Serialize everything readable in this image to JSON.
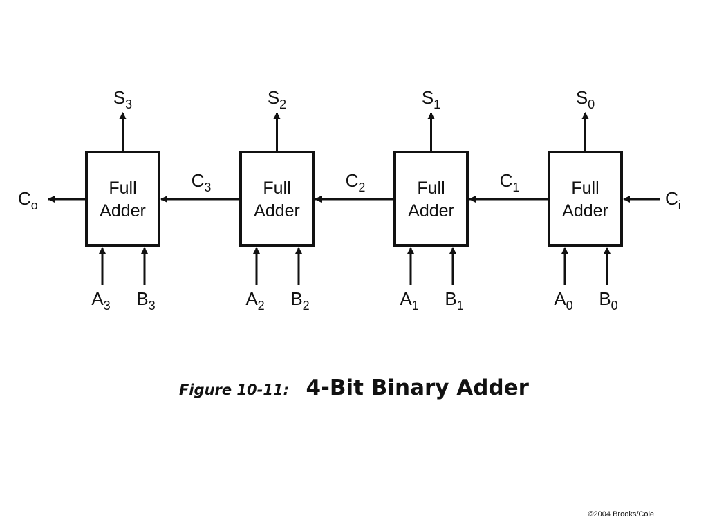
{
  "diagram": {
    "block_label_line1": "Full",
    "block_label_line2": "Adder",
    "adders": [
      {
        "sum": {
          "main": "S",
          "sub": "3"
        },
        "a": {
          "main": "A",
          "sub": "3"
        },
        "b": {
          "main": "B",
          "sub": "3"
        }
      },
      {
        "sum": {
          "main": "S",
          "sub": "2"
        },
        "a": {
          "main": "A",
          "sub": "2"
        },
        "b": {
          "main": "B",
          "sub": "2"
        }
      },
      {
        "sum": {
          "main": "S",
          "sub": "1"
        },
        "a": {
          "main": "A",
          "sub": "1"
        },
        "b": {
          "main": "B",
          "sub": "1"
        }
      },
      {
        "sum": {
          "main": "S",
          "sub": "0"
        },
        "a": {
          "main": "A",
          "sub": "0"
        },
        "b": {
          "main": "B",
          "sub": "0"
        }
      }
    ],
    "carries": [
      {
        "main": "C",
        "sub": "3"
      },
      {
        "main": "C",
        "sub": "2"
      },
      {
        "main": "C",
        "sub": "1"
      }
    ],
    "carry_out": {
      "main": "C",
      "sub": "o"
    },
    "carry_in": {
      "main": "C",
      "sub": "i"
    }
  },
  "caption": {
    "label": "Figure 10-11:",
    "title": "4-Bit Binary Adder"
  },
  "copyright": "©2004 Brooks/Cole"
}
